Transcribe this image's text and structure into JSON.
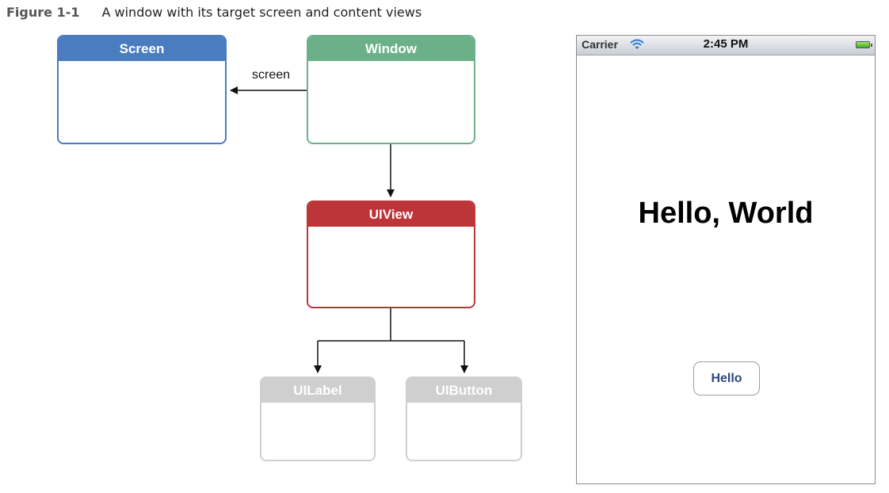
{
  "caption": {
    "figure_number": "Figure 1-1",
    "text": "A window with its target screen and content views"
  },
  "diagram": {
    "screen_box": "Screen",
    "window_box": "Window",
    "uiview_box": "UIView",
    "uilabel_box": "UILabel",
    "uibutton_box": "UIButton",
    "edge_label": "screen",
    "colors": {
      "screen": "#4a7cc0",
      "window": "#6cb08a",
      "uiview": "#bd3439",
      "subview": "#cfcfcf"
    }
  },
  "phone": {
    "carrier": "Carrier",
    "time": "2:45 PM",
    "wifi_icon": "wifi-icon",
    "battery_icon": "battery-icon",
    "label_text": "Hello, World",
    "button_label": "Hello"
  }
}
